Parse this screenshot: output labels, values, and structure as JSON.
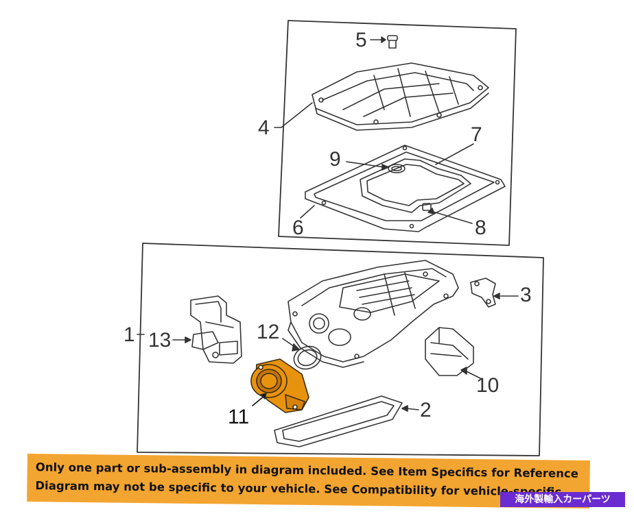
{
  "callouts": {
    "c1": "1",
    "c2": "2",
    "c3": "3",
    "c4": "4",
    "c5": "5",
    "c6": "6",
    "c7": "7",
    "c8": "8",
    "c9": "9",
    "c10": "10",
    "c11": "11",
    "c12": "12",
    "c13": "13"
  },
  "banner": {
    "line1": "Only one part or sub-assembly in diagram included. See Item Specifics for Reference #.",
    "line2": "Diagram may not be specific to your vehicle. See Compatibility for vehicle-specific"
  },
  "badge": {
    "text": "海外製輸入カーパーツ"
  },
  "colors": {
    "highlight_part": "#e8930e",
    "banner_bg": "#f3a531",
    "badge_bg": "#6a2bd1",
    "line_art": "#333333"
  }
}
